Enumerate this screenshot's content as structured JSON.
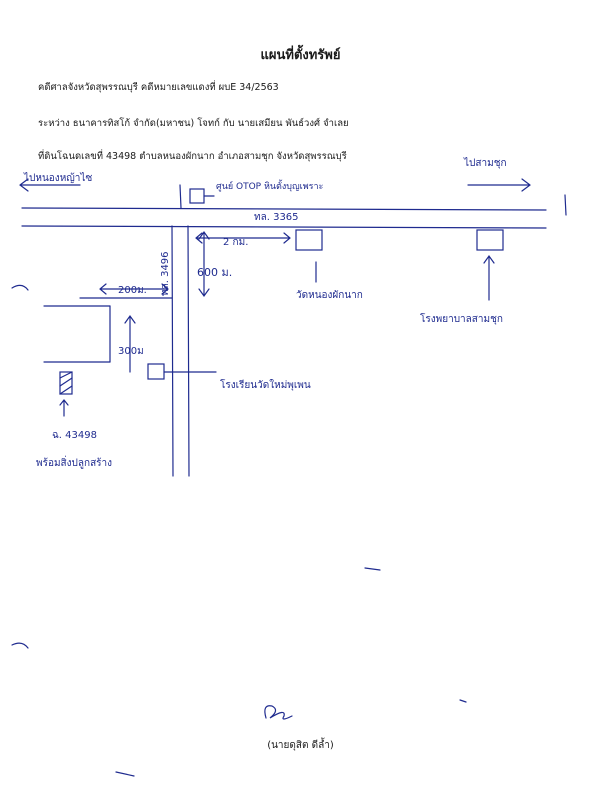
{
  "header": {
    "title": "แผนที่ตั้งทรัพย์",
    "case_line": "คดีศาลจังหวัดสุพรรณบุรี  คดีหมายเลขแดงที่  ผบE 34/2563",
    "parties_line": "ระหว่าง ธนาคารทิสโก้  จำกัด(มหาชน)  โจทก์ กับ นายเสมียน พันธ์วงศ์ จำเลย",
    "land_line": "ที่ดินโฉนดเลขที่  43498   ตำบลหนองผักนาก   อำเภอสามชุก  จังหวัดสุพรรณบุรี"
  },
  "map": {
    "labels": {
      "to_left": "ไปหนองหญ้าไซ",
      "to_right": "ไปสามชุก",
      "otop_center": "ศูนย์ OTOP หินตั้งบุญเพราะ",
      "highway_3365": "ทล. 3365",
      "highway_3496": "ทล. 3496",
      "dist_2km": "2 กม.",
      "dist_600m": "600 ม.",
      "dist_200m": "200ม.",
      "dist_300m": "300ม",
      "temple": "วัดหนองผักนาก",
      "hospital": "โรงพยาบาลสามชุก",
      "school": "โรงเรียนวัดใหม่พุเพน",
      "property_deed": "ฉ. 43498",
      "property_note": "พร้อมสิ่งปลูกสร้าง"
    }
  },
  "signature": {
    "name": "(นายดุสิต  ดีล้ำ)"
  }
}
